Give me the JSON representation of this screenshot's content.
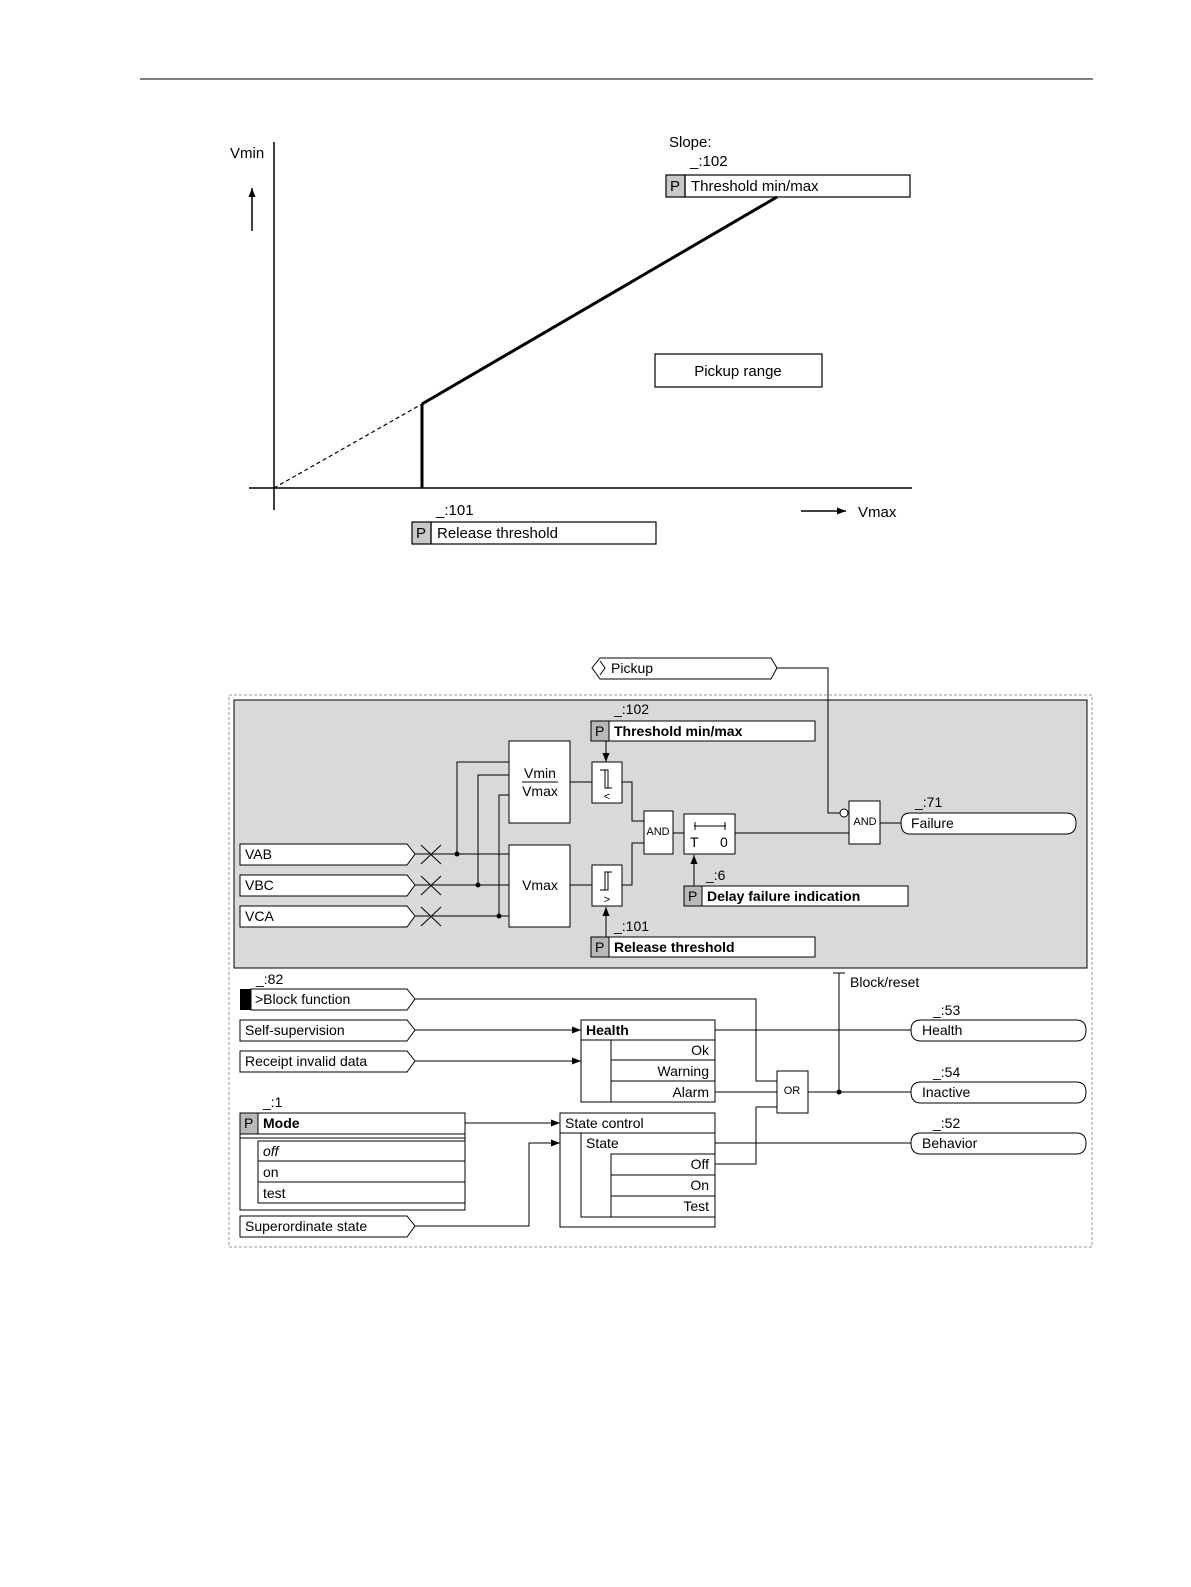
{
  "characteristic": {
    "y_axis_label": "Vmin",
    "x_axis_label": "Vmax",
    "slope_label": "Slope:",
    "param_102_address": "_:102",
    "param_102_label": "Threshold min/max",
    "param_101_address": "_:101",
    "param_101_label": "Release threshold",
    "pickup_range_label": "Pickup range",
    "param_prefix": "P"
  },
  "logic": {
    "pickup_label": "Pickup",
    "p102_address": "_:102",
    "p102_label": "Threshold min/max",
    "p101_address": "_:101",
    "p101_label": "Release threshold",
    "p6_address": "_:6",
    "p6_label": "Delay failure indication",
    "ratio_top": "Vmin",
    "ratio_bottom": "Vmax",
    "vmax_block": "Vmax",
    "cmp_lt": "<",
    "cmp_gt": ">",
    "and1": "AND",
    "and2": "AND",
    "or_gate": "OR",
    "timer_t": "T",
    "timer_0": "0",
    "inputs": [
      "VAB",
      "VBC",
      "VCA"
    ],
    "failure_address": "_:71",
    "failure_label": "Failure",
    "block_address": "_:82",
    "block_label": ">Block function",
    "block_reset_label": "Block/reset",
    "self_supervision": "Self-supervision",
    "receipt_invalid": "Receipt invalid data",
    "health_block": {
      "title": "Health",
      "items": [
        "Ok",
        "Warning",
        "Alarm"
      ]
    },
    "health_out_address": "_:53",
    "health_out_label": "Health",
    "inactive_address": "_:54",
    "inactive_label": "Inactive",
    "behavior_address": "_:52",
    "behavior_label": "Behavior",
    "mode_address": "_:1",
    "mode_label": "Mode",
    "mode_options": [
      "off",
      "on",
      "test"
    ],
    "state_control": {
      "title": "State control",
      "state_label": "State",
      "items": [
        "Off",
        "On",
        "Test"
      ]
    },
    "superordinate_label": "Superordinate state",
    "param_prefix": "P"
  }
}
